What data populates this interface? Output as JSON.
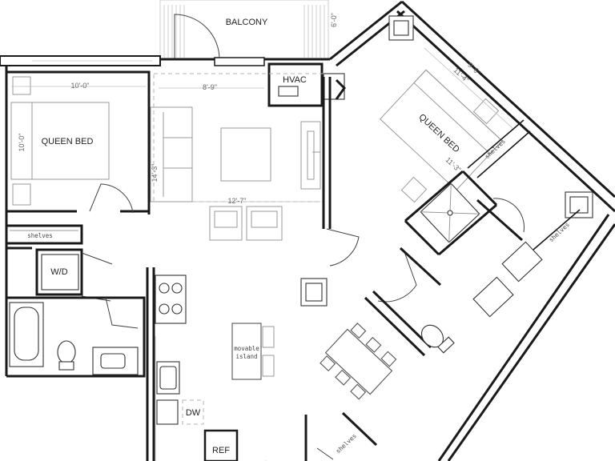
{
  "rooms": {
    "balcony": "BALCONY",
    "hvac": "HVAC",
    "bed_left": "QUEEN BED",
    "bed_right": "QUEEN BED",
    "washer_dryer": "W/D",
    "dishwasher": "DW",
    "refrigerator": "REF",
    "island_line1": "movable",
    "island_line2": "island",
    "shelves": "shelves"
  },
  "dimensions": {
    "balcony_depth": "6'-0\"",
    "bed_left_width": "10'-0\"",
    "bed_left_depth": "10'-0\"",
    "living_width": "8'-9\"",
    "living_depth": "14'-3\"",
    "living_total": "12'-7\"",
    "bed_right_a": "9'-6\"",
    "bed_right_b": "11'-4\"",
    "bed_right_c": "11'-3\""
  },
  "colors": {
    "wall": "#1a1a1a",
    "furniture": "#9a9a9a",
    "background": "#ffffff"
  }
}
